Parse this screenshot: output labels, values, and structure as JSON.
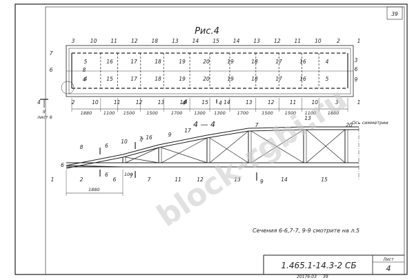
{
  "sheet": {
    "page_number": "39",
    "figure_title": "Рис.4",
    "section_title": "4 — 4",
    "axis_symmetry_label": "Ось симметрии",
    "section_ref_label": "II",
    "sheet_ref_label": "лист 6",
    "note": "Сечения 6-6,7-7, 9-9 смотрите на л.5",
    "watermark": "block-rgbi.ru"
  },
  "title_block": {
    "document_code": "1.465.1-14.3-2 СБ",
    "sheet_label": "Лист",
    "sheet_number": "4",
    "footer_code": "20176-03",
    "footer_number": "39"
  },
  "plan": {
    "top_labels": [
      "3",
      "10",
      "11",
      "12",
      "18",
      "13",
      "14",
      "15",
      "14",
      "13",
      "12",
      "11",
      "10",
      "2",
      "1"
    ],
    "upper_row_labels": [
      "5",
      "16",
      "17",
      "18",
      "19",
      "20",
      "19",
      "18",
      "17",
      "16",
      "4"
    ],
    "lower_row_labels": [
      "4",
      "15",
      "17",
      "18",
      "19",
      "20",
      "19",
      "18",
      "17",
      "16",
      "5"
    ],
    "bottom_labels": [
      "2",
      "10",
      "11",
      "12",
      "13",
      "14",
      "15",
      "14",
      "13",
      "12",
      "11",
      "10",
      "3",
      "1"
    ],
    "left_labels": [
      "7",
      "6",
      "8",
      "4"
    ],
    "right_labels": [
      "3",
      "6",
      "9"
    ],
    "dimensions": [
      "1880",
      "1100",
      "1500",
      "1500",
      "1700",
      "1300",
      "1300",
      "1700",
      "1500",
      "1500",
      "1100",
      "1880"
    ],
    "section_cut_labels": [
      "4",
      "4"
    ]
  },
  "section": {
    "top_labels": [
      "8",
      "10",
      "7",
      "16",
      "9",
      "17",
      "7",
      "13",
      "20"
    ],
    "bottom_labels": [
      "1",
      "2",
      "6",
      "7",
      "11",
      "12",
      "13",
      "14",
      "15"
    ],
    "cut_labels": [
      "6",
      "6",
      "7",
      "7",
      "9"
    ],
    "left_label": "6",
    "dimension": "1880",
    "small_dimension": "100"
  }
}
